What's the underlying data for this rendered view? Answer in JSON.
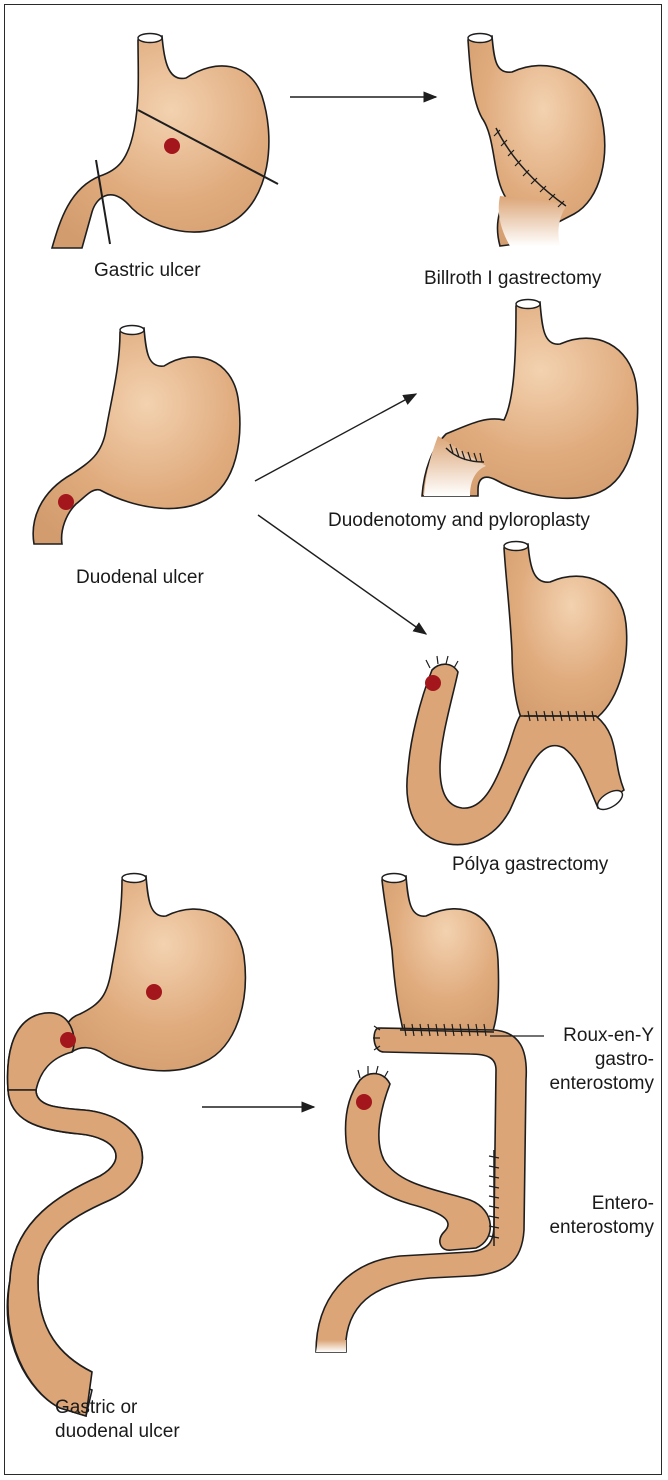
{
  "labels": {
    "gastric_ulcer": "Gastric ulcer",
    "billroth": "Billroth I gastrectomy",
    "duodenal_ulcer": "Duodenal ulcer",
    "duodenotomy": "Duodenotomy and pyloroplasty",
    "polya": "Pólya gastrectomy",
    "gastric_or_duodenal_line1": "Gastric or",
    "gastric_or_duodenal_line2": "duodenal ulcer",
    "roux_line1": "Roux-en-Y",
    "roux_line2": "gastro-",
    "roux_line3": "enterostomy",
    "entero_line1": "Entero-",
    "entero_line2": "enterostomy"
  },
  "colors": {
    "tissue": "#dba577",
    "tissue_light": "#f0cfaa",
    "outline": "#1e1e1e",
    "ulcer": "#a3161c",
    "frame": "#2a2a2a"
  }
}
